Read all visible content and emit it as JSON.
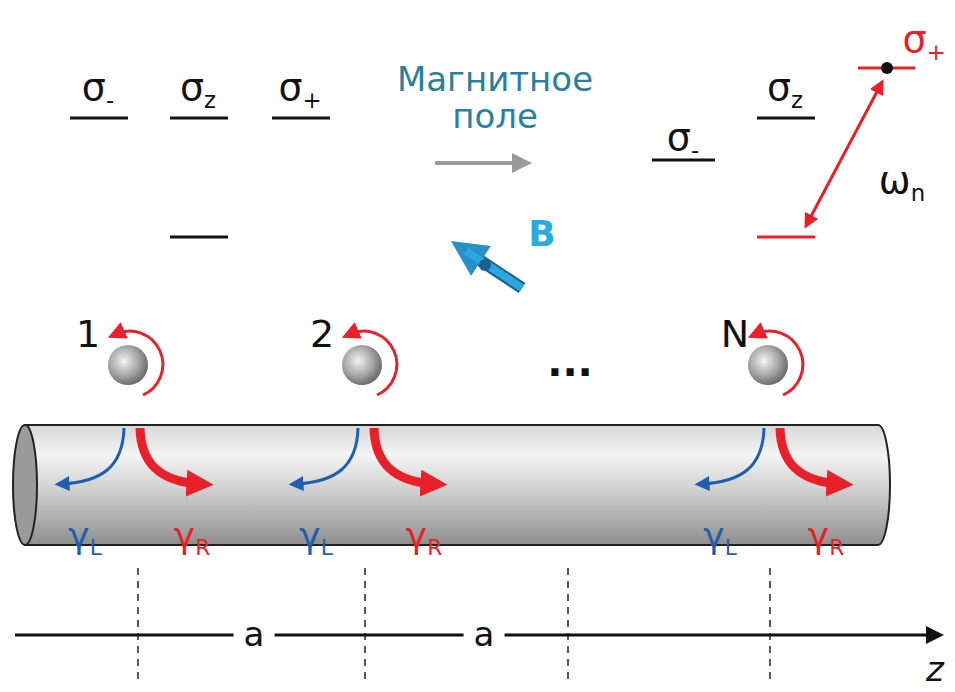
{
  "diagram": {
    "labels": [
      "σ-",
      "σz",
      "σ+",
      "Магнитное поле",
      "B",
      "σ-",
      "σz",
      "σ+",
      "ωn",
      "1",
      "2",
      "...",
      "N",
      "γL",
      "γR",
      "γL",
      "γR",
      "γL",
      "γR",
      "a",
      "a",
      "z"
    ]
  }
}
